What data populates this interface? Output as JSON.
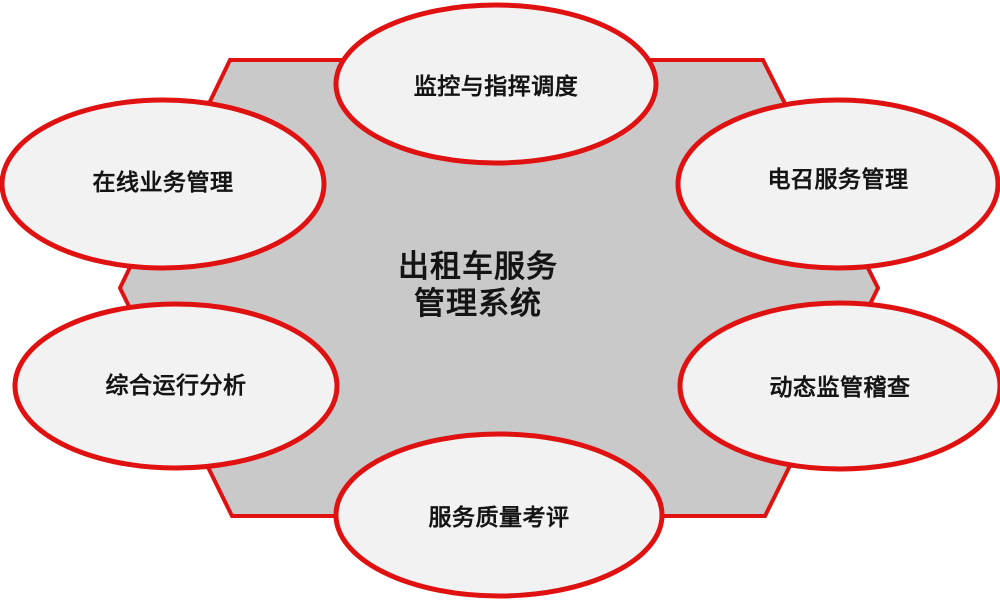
{
  "diagram": {
    "center": {
      "title_line1": "出租车服务",
      "title_line2": "管理系统"
    },
    "nodes": [
      {
        "id": "monitoring-dispatch",
        "label": "监控与指挥调度",
        "position": "top"
      },
      {
        "id": "ecall-service",
        "label": "电召服务管理",
        "position": "top-right"
      },
      {
        "id": "dynamic-supervision",
        "label": "动态监管稽查",
        "position": "bottom-right"
      },
      {
        "id": "service-quality",
        "label": "服务质量考评",
        "position": "bottom"
      },
      {
        "id": "operation-analysis",
        "label": "综合运行分析",
        "position": "bottom-left"
      },
      {
        "id": "online-business",
        "label": "在线业务管理",
        "position": "top-left"
      }
    ],
    "colors": {
      "border_red": "#e01111",
      "ellipse_fill": "#f2f2f2",
      "hexagon_fill": "#c9c9c9",
      "text": "#141414",
      "background": "#ffffff"
    }
  }
}
